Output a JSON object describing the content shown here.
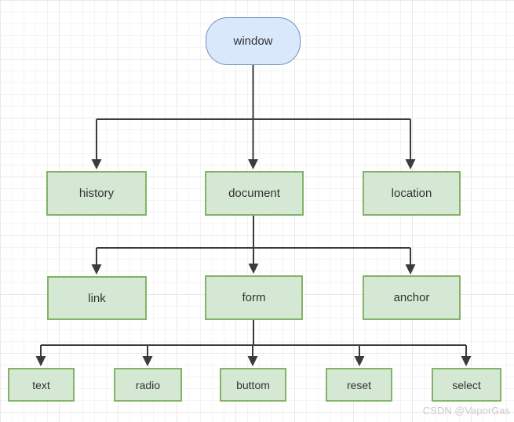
{
  "watermark": "CSDN @VaporGas",
  "palette": {
    "root_fill": "#dae8fc",
    "root_border": "#6c8ebf",
    "node_fill": "#d5e8d4",
    "node_border": "#82b366",
    "connector": "#3b3b3b",
    "text": "#333333",
    "grid_minor": "#f4f4f4",
    "grid_major": "#e9e9e9",
    "watermark_color": "#cccccc"
  },
  "nodes": {
    "window": {
      "label": "window",
      "shape": "rounded-rectangle",
      "level": 1
    },
    "history": {
      "label": "history",
      "shape": "rectangle",
      "level": 2
    },
    "document": {
      "label": "document",
      "shape": "rectangle",
      "level": 2
    },
    "location": {
      "label": "location",
      "shape": "rectangle",
      "level": 2
    },
    "link": {
      "label": "link",
      "shape": "rectangle",
      "level": 3
    },
    "form": {
      "label": "form",
      "shape": "rectangle",
      "level": 3
    },
    "anchor": {
      "label": "anchor",
      "shape": "rectangle",
      "level": 3
    },
    "text": {
      "label": "text",
      "shape": "rectangle",
      "level": 4
    },
    "radio": {
      "label": "radio",
      "shape": "rectangle",
      "level": 4
    },
    "buttom": {
      "label": "buttom",
      "shape": "rectangle",
      "level": 4
    },
    "reset": {
      "label": "reset",
      "shape": "rectangle",
      "level": 4
    },
    "select": {
      "label": "select",
      "shape": "rectangle",
      "level": 4
    }
  },
  "edges": [
    {
      "from": "window",
      "to": "history"
    },
    {
      "from": "window",
      "to": "document"
    },
    {
      "from": "window",
      "to": "location"
    },
    {
      "from": "document",
      "to": "link"
    },
    {
      "from": "document",
      "to": "form"
    },
    {
      "from": "document",
      "to": "anchor"
    },
    {
      "from": "form",
      "to": "text"
    },
    {
      "from": "form",
      "to": "radio"
    },
    {
      "from": "form",
      "to": "buttom"
    },
    {
      "from": "form",
      "to": "reset"
    },
    {
      "from": "form",
      "to": "select"
    }
  ]
}
